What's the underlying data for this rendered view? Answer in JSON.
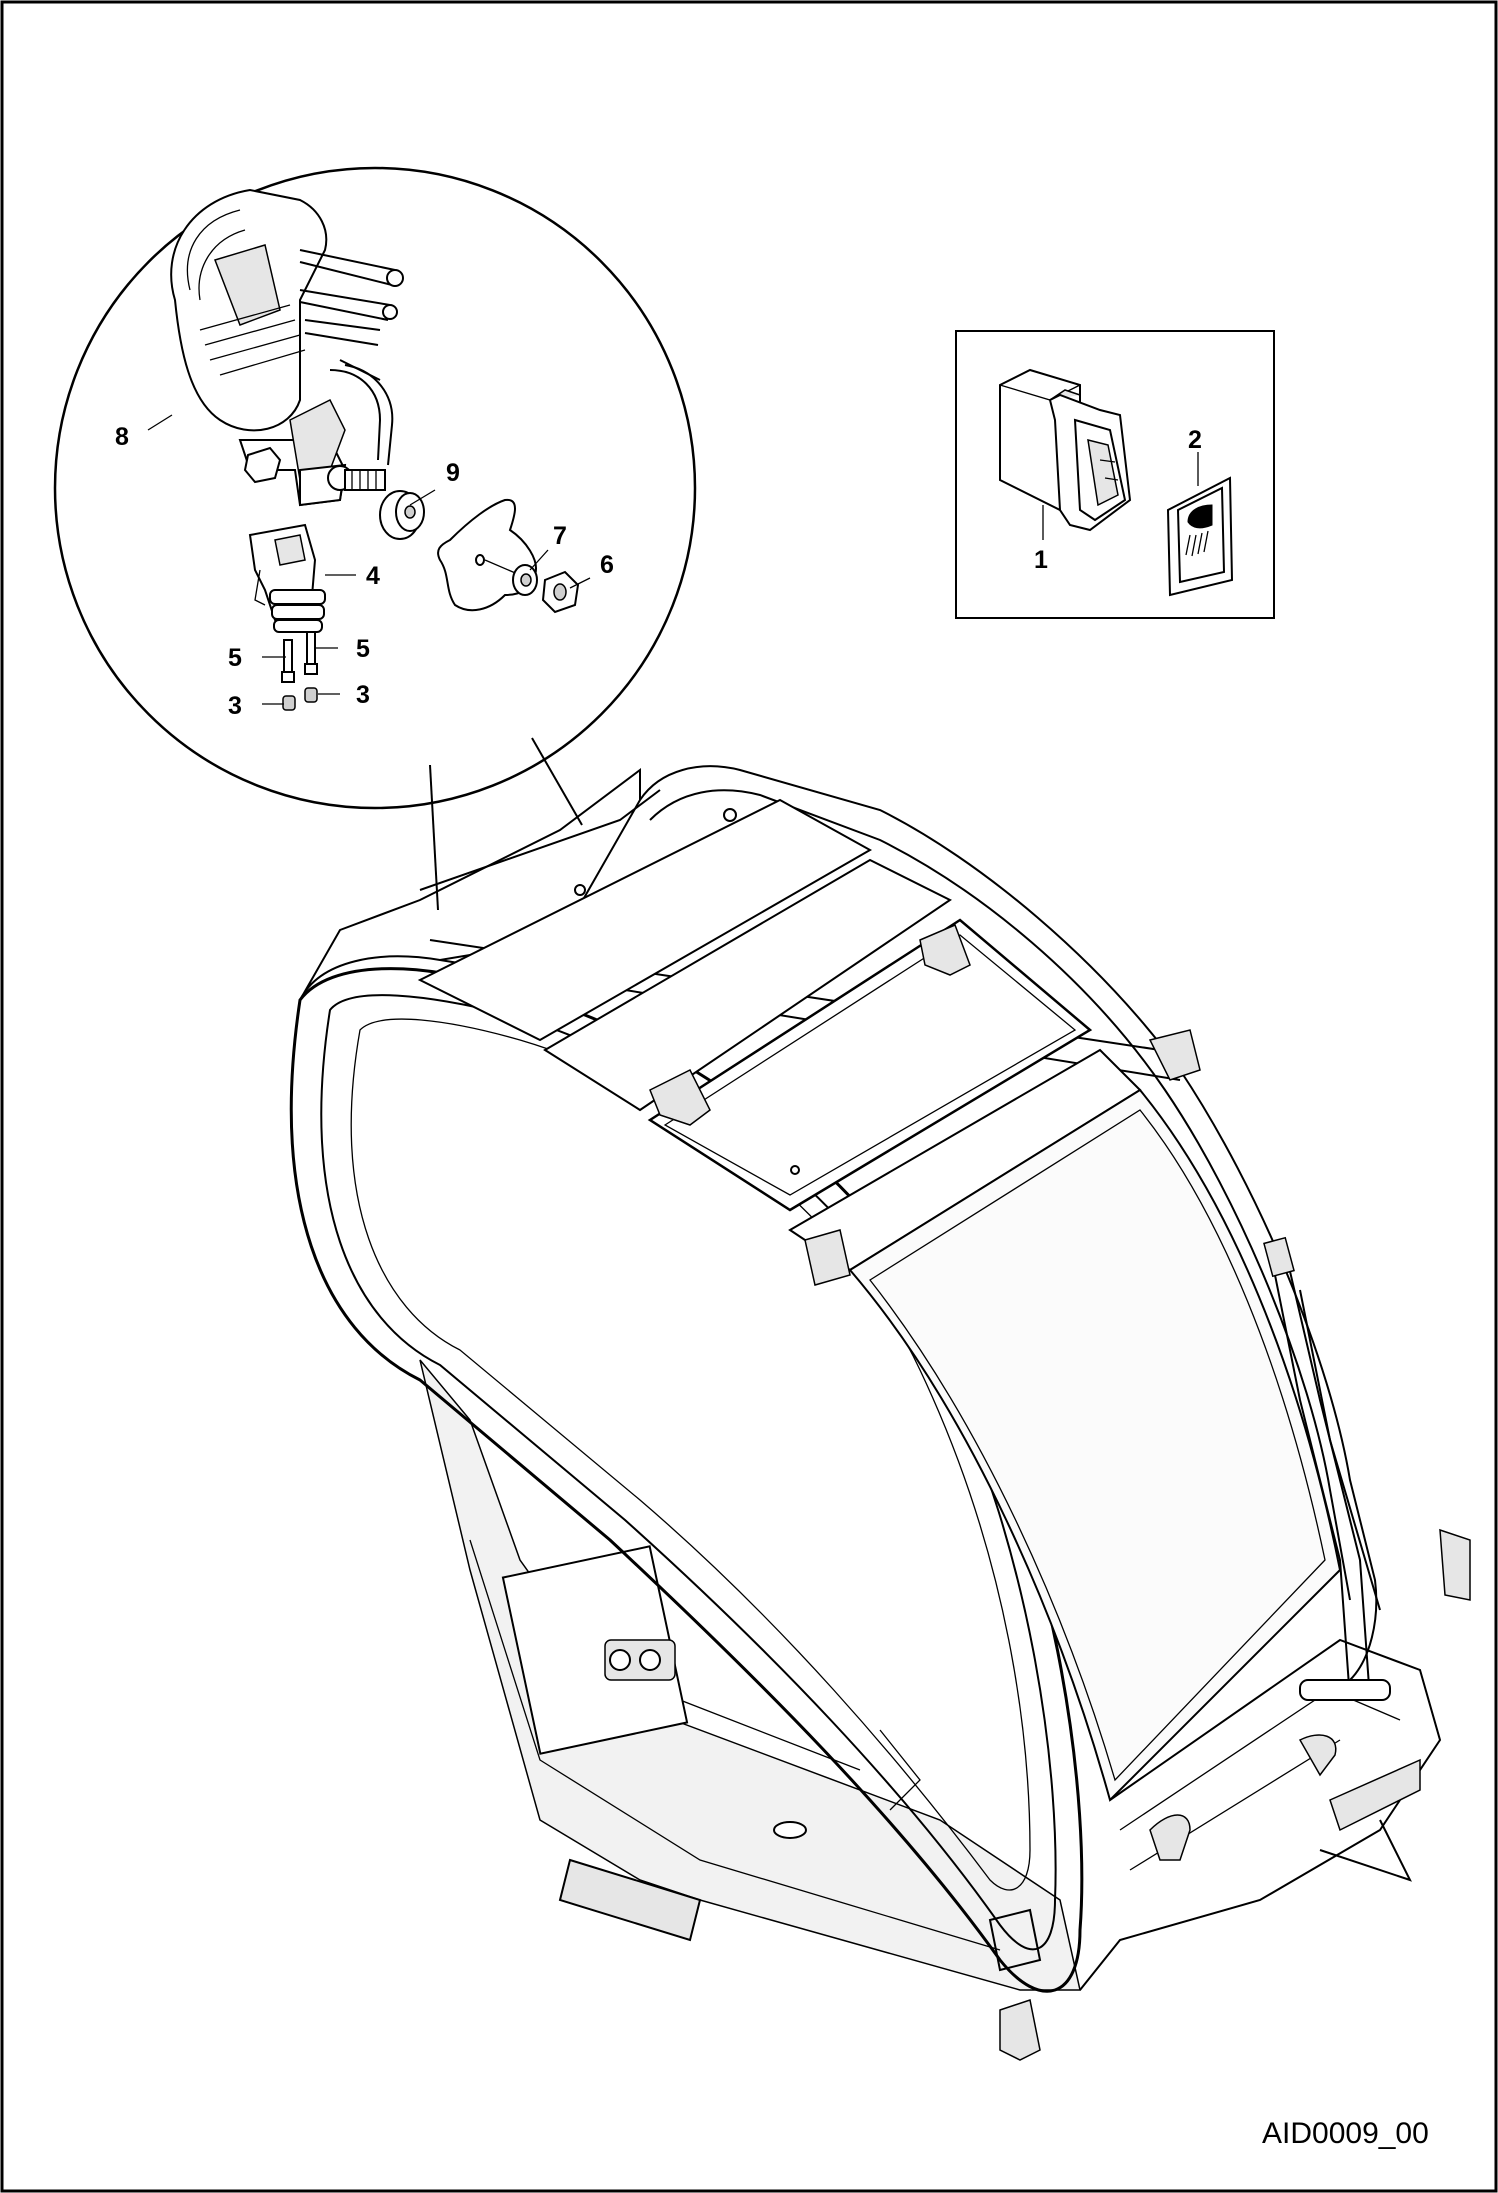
{
  "drawing": {
    "code": "AID0009_00",
    "callouts": [
      {
        "id": "1",
        "text": "1"
      },
      {
        "id": "2",
        "text": "2"
      },
      {
        "id": "3a",
        "text": "3"
      },
      {
        "id": "3b",
        "text": "3"
      },
      {
        "id": "4",
        "text": "4"
      },
      {
        "id": "5a",
        "text": "5"
      },
      {
        "id": "5b",
        "text": "5"
      },
      {
        "id": "6",
        "text": "6"
      },
      {
        "id": "7",
        "text": "7"
      },
      {
        "id": "8",
        "text": "8"
      },
      {
        "id": "9",
        "text": "9"
      }
    ]
  }
}
